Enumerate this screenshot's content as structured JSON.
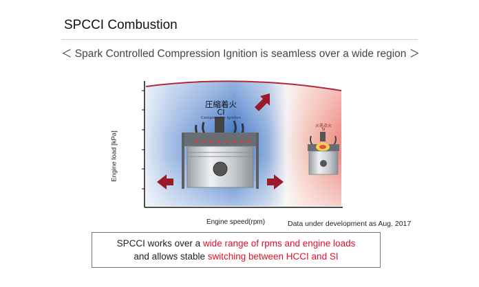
{
  "title": "SPCCI Combustion",
  "subtitle": "＜ Spark Controlled Compression Ignition is seamless over a wide region ＞",
  "diagram": {
    "ylabel": "Engine load  [kPa]",
    "xlabel": "Engine speed(rpm)",
    "data_note": "Data under development as Aug. 2017",
    "ci_region": {
      "label_jp": "圧縮着火",
      "label_en": "CI",
      "label_sub": "Compression ignition"
    },
    "si_region": {
      "label_jp": "火花点火",
      "label_en": "SI"
    }
  },
  "note": {
    "line1_pre": "SPCCI works over a ",
    "line1_red": "wide range of rpms and engine loads",
    "line2_pre": "and allows stable ",
    "line2_red": "switching between HCCI and SI"
  },
  "colors": {
    "ci_blue": "#3f74c6",
    "si_red": "#e84a4a",
    "arrow": "#9a1a2a",
    "highlight_red": "#e0102b"
  }
}
